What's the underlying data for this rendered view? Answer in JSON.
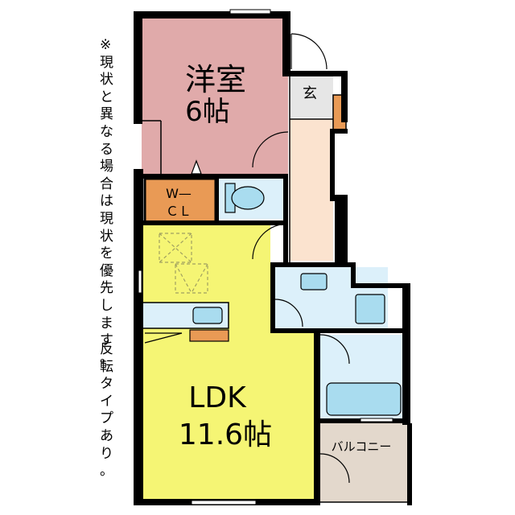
{
  "rooms": {
    "western": {
      "name": "洋室",
      "size": "6帖"
    },
    "entrance": {
      "name": "玄"
    },
    "closet": {
      "line1": "W—",
      "line2": "ＣＬ"
    },
    "ldk": {
      "name": "LDK",
      "size": "11.6帖"
    },
    "balcony": {
      "name": "バルコニー"
    }
  },
  "notes": {
    "line1": "※現状と異なる場合は現状を優先します。",
    "line2": "反転タイプあり。"
  },
  "colors": {
    "western": "#e0aaaa",
    "ldk": "#f5f574",
    "closet": "#e99a55",
    "corridor": "#fbe3cf",
    "wet": "#dcf0fa",
    "balcony": "#e3d8cc",
    "wall": "#000000"
  }
}
